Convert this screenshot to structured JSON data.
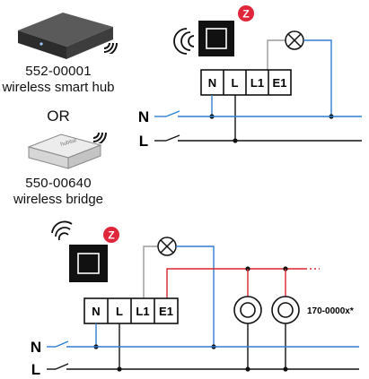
{
  "devices": {
    "hub": {
      "model": "552-00001",
      "description": "wireless smart hub",
      "icon": "wireless-signal-icon"
    },
    "separator": "OR",
    "bridge": {
      "model": "550-00640",
      "description": "wireless bridge",
      "device_label": "hubitat",
      "icon": "wireless-signal-icon"
    }
  },
  "diagram_top": {
    "terminals": [
      "N",
      "L",
      "L1",
      "E1"
    ],
    "lines": {
      "neutral": "N",
      "live": "L"
    },
    "badge_icon": "zwave-icon",
    "load_icon": "lamp-icon"
  },
  "diagram_bottom": {
    "terminals": [
      "N",
      "L",
      "L1",
      "E1"
    ],
    "lines": {
      "neutral": "N",
      "live": "L"
    },
    "badge_icon": "zwave-icon",
    "load_icon": "lamp-icon",
    "aux_label": "170-0000x*",
    "aux_icon": "auxiliary-switch-icon"
  },
  "colors": {
    "neutral_wire": "#2f7fd0",
    "live_wire": "#111111",
    "load_wire": "#9a9a9a",
    "traveler_wire": "#d9262e",
    "zwave_badge": "#e0263b"
  }
}
